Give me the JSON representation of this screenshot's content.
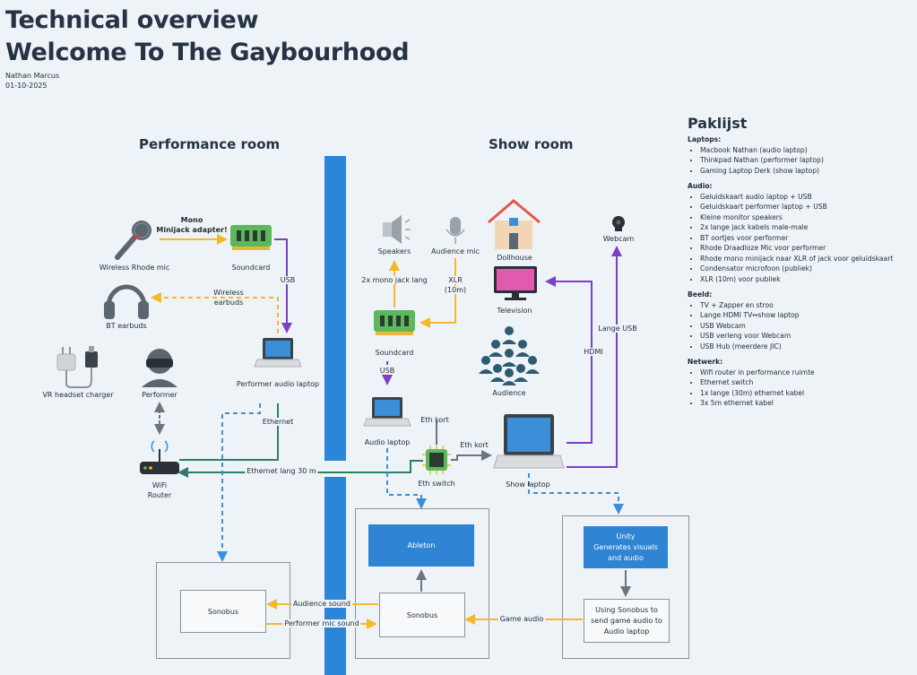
{
  "header": {
    "title_line1": "Technical overview",
    "title_line2": "Welcome To The Gaybourhood",
    "author": "Nathan Marcus",
    "date": "01-10-2025"
  },
  "rooms": {
    "performance": "Performance room",
    "show": "Show room"
  },
  "performance_room": {
    "mic": "Wireless Rhode mic",
    "adapter_note_line1": "Mono",
    "adapter_note_line2": "Minijack adapter!",
    "soundcard": "Soundcard",
    "usb": "USB",
    "earbuds": "BT earbuds",
    "wireless_line1": "Wireless",
    "wireless_line2": "earbuds",
    "charger": "VR headset charger",
    "performer": "Performer",
    "performer_laptop": "Performer audio laptop",
    "ethernet": "Ethernet",
    "router_line1": "WiFi",
    "router_line2": "Router",
    "ethernet_long": "Ethernet lang 30 m"
  },
  "show_room": {
    "speakers": "Speakers",
    "audience_mic": "Audience mic",
    "dollhouse": "Dollhouse",
    "webcam": "Webcam",
    "jack": "2x mono jack lang",
    "xlr_line1": "XLR",
    "xlr_line2": "(10m)",
    "television": "Television",
    "soundcard": "Soundcard",
    "usb": "USB",
    "audience": "Audience",
    "hdmi": "HDMI",
    "lange_usb": "Lange USB",
    "eth_kort_1": "Eth kort",
    "eth_kort_2": "Eth kort",
    "audio_laptop": "Audio laptop",
    "eth_switch": "Eth switch",
    "show_laptop": "Show laptop"
  },
  "software": {
    "sonobus_perf": "Sonobus",
    "audience_sound": "Audience sound",
    "performer_mic_sound": "Performer mic sound",
    "ableton": "Ableton",
    "sonobus_audio": "Sonobus",
    "game_audio": "Game audio",
    "unity_line1": "Unity",
    "unity_line2": "Generates visuals",
    "unity_line3": "and audio",
    "sonobus_show_line1": "Using Sonobus to",
    "sonobus_show_line2": "send game audio to",
    "sonobus_show_line3": "Audio laptop"
  },
  "paklijst": {
    "title": "Paklijst",
    "sections": [
      {
        "heading": "Laptops:",
        "items": [
          "Macbook Nathan (audio laptop)",
          "Thinkpad Nathan (performer laptop)",
          "Gaming Laptop Derk (show laptop)"
        ]
      },
      {
        "heading": "Audio:",
        "items": [
          "Geluidskaart audio laptop + USB",
          "Geluidskaart performer laptop + USB",
          "Kleine monitor speakers",
          "2x lange jack kabels male-male",
          "BT oortjes voor performer",
          "Rhode Draadloze Mic voor performer",
          "Rhode mono minijack naar XLR of jack voor geluidskaart",
          "Condensator microfoon (publiek)",
          "XLR (10m) voor publiek"
        ]
      },
      {
        "heading": "Beeld:",
        "items": [
          "TV + Zapper en stroo",
          "Lange HDMI TV↔show laptop",
          "USB Webcam",
          "USB verleng voor Webcam",
          "USB Hub (meerdere JIC)"
        ]
      },
      {
        "heading": "Netwerk:",
        "items": [
          "Wifi router in performance ruimte",
          "Ethernet switch",
          "1x lange (30m) ethernet kabel",
          "3x 5m ethernet kabel"
        ]
      }
    ]
  },
  "colors": {
    "wall": "#2b86d9",
    "yellow": "#f4b92a",
    "purple": "#7b3fc8",
    "teal": "#2e7d6b",
    "blue_dash": "#3a8fd8",
    "gray": "#6c757d",
    "box_blue": "#2f84d4"
  }
}
